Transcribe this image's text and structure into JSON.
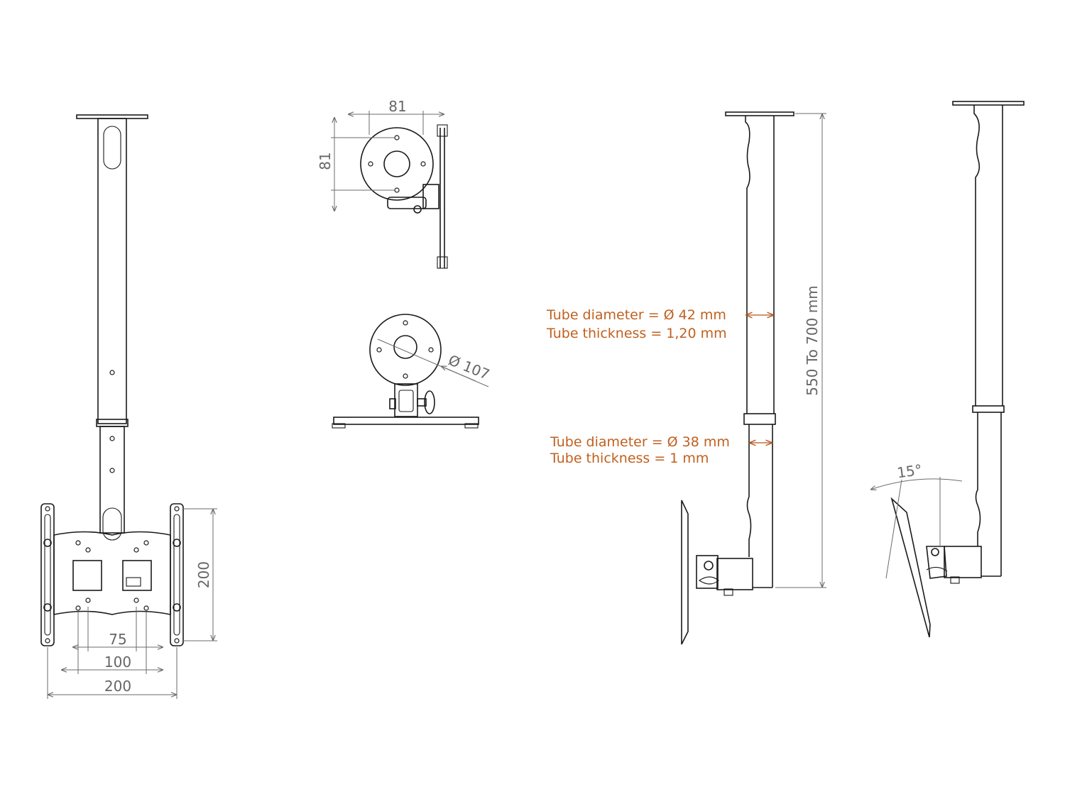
{
  "colors": {
    "line": "#1a1a1a",
    "dimension": "#6b6b6b",
    "spec_text": "#c0601f"
  },
  "front_view": {
    "dims": {
      "hole_spacing_a": "75",
      "hole_spacing_b": "100",
      "overall_width": "200",
      "overall_height": "200"
    }
  },
  "plate_views": {
    "dims": {
      "plate_width": "81",
      "plate_height": "81",
      "plate_diameter": "Ø 107"
    }
  },
  "side_view": {
    "upper_tube": {
      "diameter": "Tube diameter =  Ø 42 mm",
      "thickness": "Tube thickness  =  1,20 mm"
    },
    "lower_tube": {
      "diameter": "Tube diameter =  Ø 38 mm",
      "thickness": "Tube thickness  =  1 mm"
    },
    "height_range": "550 To 700 mm"
  },
  "tilt_view": {
    "angle": "15°"
  }
}
